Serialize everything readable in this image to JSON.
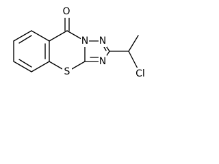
{
  "structure": {
    "atoms": {
      "oxygen": "O",
      "sulfur": "S",
      "n_top_left": "N",
      "n_top_right": "N",
      "n_bottom": "N",
      "chlorine": "Cl"
    },
    "colors": {
      "bond": "#000000",
      "background": "#ffffff"
    }
  }
}
